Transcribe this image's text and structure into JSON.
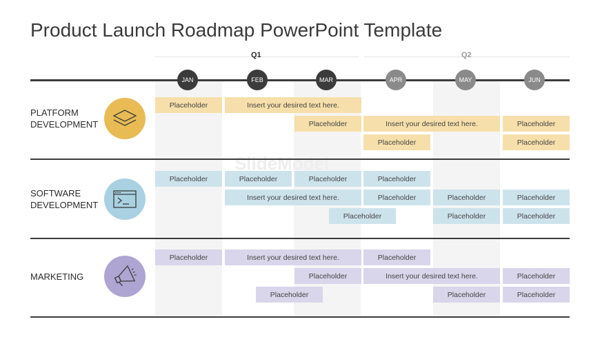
{
  "title": "Product Launch Roadmap PowerPoint Template",
  "watermark": "SlideModel",
  "quarters": [
    {
      "label": "Q1",
      "color": "#2b2b2b"
    },
    {
      "label": "Q2",
      "color": "#9a9a9a"
    }
  ],
  "months": [
    {
      "label": "JAN",
      "color": "#3b3b3b"
    },
    {
      "label": "FEB",
      "color": "#3b3b3b"
    },
    {
      "label": "MAR",
      "color": "#3b3b3b"
    },
    {
      "label": "APR",
      "color": "#8a8a8a"
    },
    {
      "label": "MAY",
      "color": "#8a8a8a"
    },
    {
      "label": "JUN",
      "color": "#8a8a8a"
    }
  ],
  "colors": {
    "platform": "#f6dfaa",
    "platform_icon": "#e8bb55",
    "software": "#cde3ec",
    "software_icon": "#a9d1e2",
    "marketing": "#d9d5ea",
    "marketing_icon": "#aea5d2"
  },
  "categories": [
    {
      "line1": "Platform",
      "line2": "Development",
      "icon": "layers-icon",
      "color_key": "platform",
      "bars": [
        {
          "label": "Placeholder",
          "row": 0,
          "start": 0,
          "span": 1
        },
        {
          "label": "Insert your desired text here.",
          "row": 0,
          "start": 1,
          "span": 2
        },
        {
          "label": "Placeholder",
          "row": 1,
          "start": 2,
          "span": 1
        },
        {
          "label": "Insert your desired text here.",
          "row": 1,
          "start": 3,
          "span": 2
        },
        {
          "label": "Placeholder",
          "row": 1,
          "start": 5,
          "span": 1
        },
        {
          "label": "Placeholder",
          "row": 2,
          "start": 3,
          "span": 1
        },
        {
          "label": "Placeholder",
          "row": 2,
          "start": 5,
          "span": 1
        }
      ]
    },
    {
      "line1": "Software",
      "line2": "Development",
      "icon": "terminal-window-icon",
      "color_key": "software",
      "bars": [
        {
          "label": "Placeholder",
          "row": 0,
          "start": 0,
          "span": 1
        },
        {
          "label": "Placeholder",
          "row": 0,
          "start": 1,
          "span": 1
        },
        {
          "label": "Placeholder",
          "row": 0,
          "start": 2,
          "span": 1
        },
        {
          "label": "Placeholder",
          "row": 0,
          "start": 3,
          "span": 1
        },
        {
          "label": "Insert your desired text here.",
          "row": 1,
          "start": 1,
          "span": 2
        },
        {
          "label": "Placeholder",
          "row": 1,
          "start": 3,
          "span": 1
        },
        {
          "label": "Placeholder",
          "row": 1,
          "start": 4,
          "span": 1
        },
        {
          "label": "Placeholder",
          "row": 1,
          "start": 5,
          "span": 1
        },
        {
          "label": "Placeholder",
          "row": 2,
          "start": 2.5,
          "span": 1
        },
        {
          "label": "Placeholder",
          "row": 2,
          "start": 4,
          "span": 1
        },
        {
          "label": "Placeholder",
          "row": 2,
          "start": 5,
          "span": 1
        }
      ]
    },
    {
      "line1": "Marketing",
      "line2": "",
      "icon": "megaphone-icon",
      "color_key": "marketing",
      "bars": [
        {
          "label": "Placeholder",
          "row": 0,
          "start": 0,
          "span": 1
        },
        {
          "label": "Insert your desired text here.",
          "row": 0,
          "start": 1,
          "span": 2
        },
        {
          "label": "Placeholder",
          "row": 0,
          "start": 3,
          "span": 1
        },
        {
          "label": "Placeholder",
          "row": 1,
          "start": 2,
          "span": 1
        },
        {
          "label": "Insert your desired text here.",
          "row": 1,
          "start": 3,
          "span": 2
        },
        {
          "label": "Placeholder",
          "row": 1,
          "start": 5,
          "span": 1
        },
        {
          "label": "Placeholder",
          "row": 2,
          "start": 1.45,
          "span": 1
        },
        {
          "label": "Placeholder",
          "row": 2,
          "start": 4,
          "span": 1
        },
        {
          "label": "Placeholder",
          "row": 2,
          "start": 5,
          "span": 1
        }
      ]
    }
  ]
}
